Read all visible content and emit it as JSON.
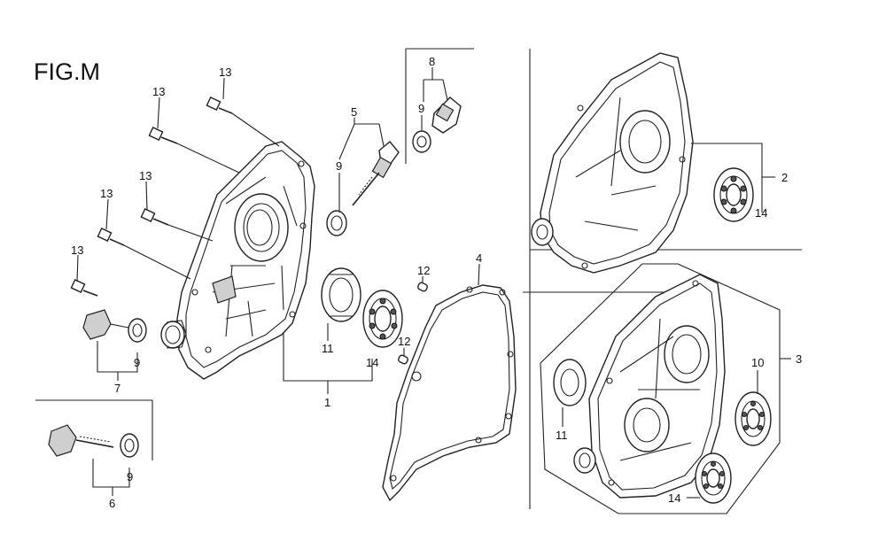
{
  "figure": {
    "title": "FIG.M"
  },
  "callouts": [
    {
      "id": "c13a",
      "text": "13"
    },
    {
      "id": "c13b",
      "text": "13"
    },
    {
      "id": "c13c",
      "text": "13"
    },
    {
      "id": "c13d",
      "text": "13"
    },
    {
      "id": "c13e",
      "text": "13"
    },
    {
      "id": "c5",
      "text": "5"
    },
    {
      "id": "c9a",
      "text": "9"
    },
    {
      "id": "c8",
      "text": "8"
    },
    {
      "id": "c9b",
      "text": "9"
    },
    {
      "id": "c12a",
      "text": "12"
    },
    {
      "id": "c4",
      "text": "4"
    },
    {
      "id": "c12b",
      "text": "12"
    },
    {
      "id": "c11a",
      "text": "11"
    },
    {
      "id": "c14a",
      "text": "14"
    },
    {
      "id": "c1",
      "text": "1"
    },
    {
      "id": "c9c",
      "text": "9"
    },
    {
      "id": "c7",
      "text": "7"
    },
    {
      "id": "c9d",
      "text": "9"
    },
    {
      "id": "c6",
      "text": "6"
    },
    {
      "id": "c2",
      "text": "2"
    },
    {
      "id": "c14b",
      "text": "14"
    },
    {
      "id": "c3",
      "text": "3"
    },
    {
      "id": "c10",
      "text": "10"
    },
    {
      "id": "c11b",
      "text": "11"
    },
    {
      "id": "c14c",
      "text": "14"
    }
  ],
  "parts": [
    {
      "name": "crankcase-cover-main"
    },
    {
      "name": "crankcase-cover-type-2"
    },
    {
      "name": "crankcase-cover-type-3"
    },
    {
      "name": "gasket"
    },
    {
      "name": "oil-level-gauge"
    },
    {
      "name": "drain-plug-7"
    },
    {
      "name": "drain-plug-6"
    },
    {
      "name": "oil-filler-cap-8"
    },
    {
      "name": "oil-seal"
    },
    {
      "name": "ball-bearing"
    },
    {
      "name": "dowel-pin"
    },
    {
      "name": "flange-bolt"
    },
    {
      "name": "o-ring-washer"
    }
  ]
}
